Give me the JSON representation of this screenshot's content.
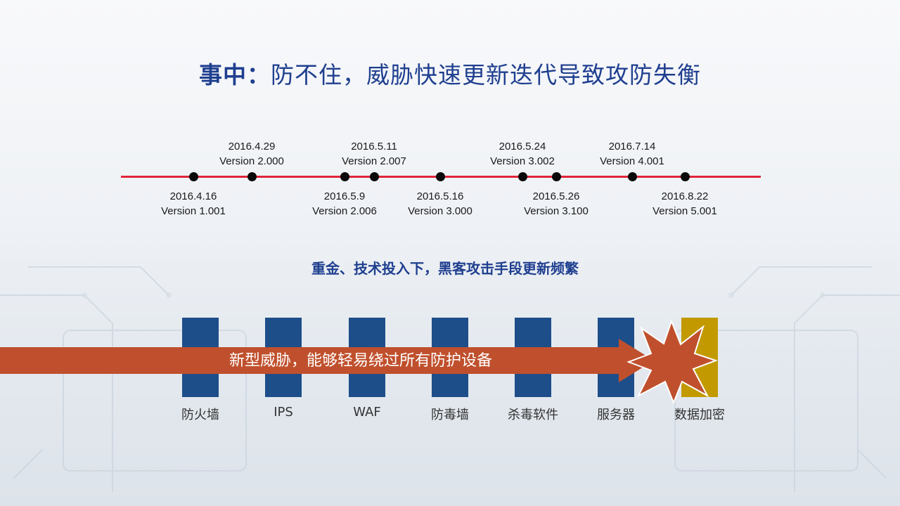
{
  "title": {
    "bold": "事中：",
    "rest": "防不住，威胁快速更新迭代导致攻防失衡"
  },
  "timeline": {
    "events": [
      {
        "date": "2016.4.16",
        "version": "Version 1.001"
      },
      {
        "date": "2016.4.29",
        "version": "Version 2.000"
      },
      {
        "date": "2016.5.9",
        "version": "Version 2.006"
      },
      {
        "date": "2016.5.11",
        "version": "Version 2.007"
      },
      {
        "date": "2016.5.16",
        "version": "Version 3.000"
      },
      {
        "date": "2016.5.24",
        "version": "Version 3.002"
      },
      {
        "date": "2016.5.26",
        "version": "Version 3.100"
      },
      {
        "date": "2016.7.14",
        "version": "Version 4.001"
      },
      {
        "date": "2016.8.22",
        "version": "Version 5.001"
      }
    ]
  },
  "subtitle": "重金、技术投入下，黑客攻击手段更新频繁",
  "defenses": {
    "labels": [
      "防火墙",
      "IPS",
      "WAF",
      "防毒墙",
      "杀毒软件",
      "服务器",
      "数据加密"
    ]
  },
  "arrow_text": "新型威胁，能够轻易绕过所有防护设备",
  "colors": {
    "title": "#1f3f8f",
    "timeline_line": "#e0243a",
    "block": "#1d4e89",
    "block_target": "#c29a00",
    "arrow": "#c0502d"
  }
}
